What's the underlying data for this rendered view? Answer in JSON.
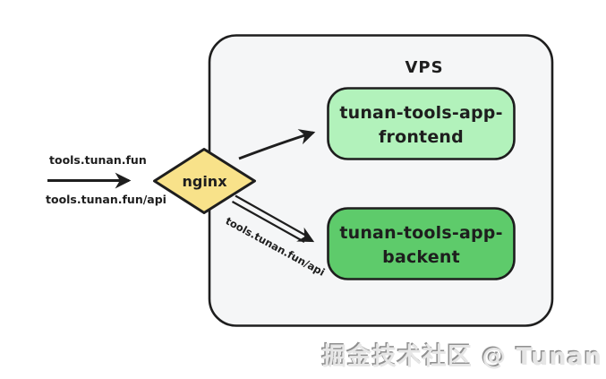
{
  "diagram": {
    "background": "#ffffff",
    "stroke_color": "#1e1e1e",
    "vps": {
      "label": "VPS",
      "fill": "#f5f6f7"
    },
    "nginx": {
      "label": "nginx",
      "fill": "#f8e28a"
    },
    "frontend": {
      "line1": "tunan-tools-app-",
      "line2": "frontend",
      "fill": "#b2f2bb"
    },
    "backend": {
      "line1": "tunan-tools-app-",
      "line2": "backent",
      "fill": "#5ecb6b"
    },
    "incoming": {
      "top_label": "tools.tunan.fun",
      "bottom_label": "tools.tunan.fun/api"
    },
    "api_edge_label": "tools.tunan.fun/api"
  },
  "watermark": {
    "text": "掘金技术社区 @ Tunan"
  }
}
